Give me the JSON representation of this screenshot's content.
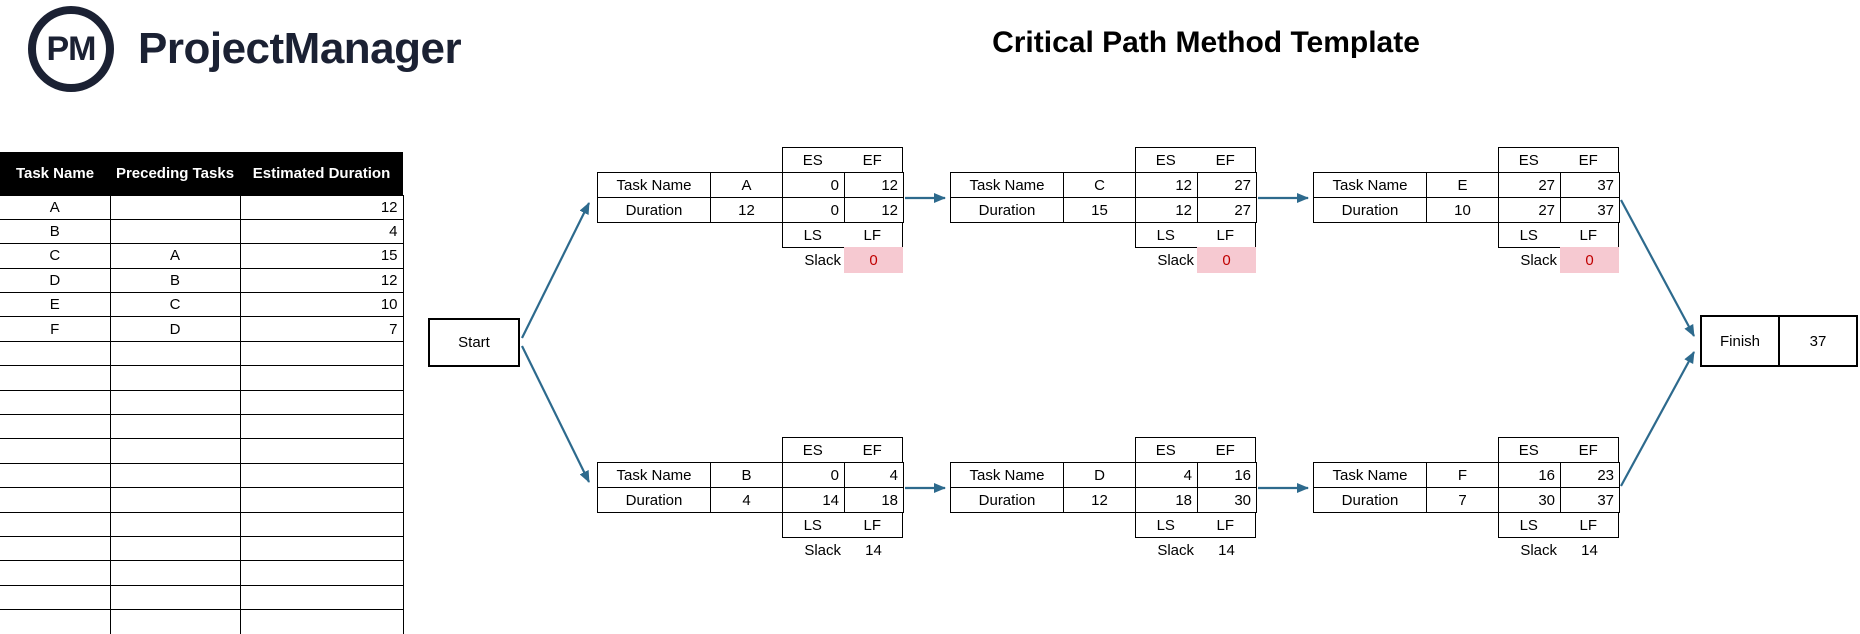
{
  "header": {
    "logo_monogram": "PM",
    "logo_wordmark": "ProjectManager",
    "title": "Critical Path Method Template"
  },
  "colors": {
    "brand_navy": "#1b2133",
    "arrow_blue": "#2d6a8d",
    "slack_highlight_pink": "#f6c9d1",
    "slack_critical_red": "#c00000",
    "table_header_bg": "#000000",
    "table_header_text": "#ffffff"
  },
  "task_table": {
    "columns": [
      "Task Name",
      "Preceding Tasks",
      "Estimated Duration"
    ],
    "rows": [
      {
        "task": "A",
        "preceding": "",
        "duration": "12"
      },
      {
        "task": "B",
        "preceding": "",
        "duration": "4"
      },
      {
        "task": "C",
        "preceding": "A",
        "duration": "15"
      },
      {
        "task": "D",
        "preceding": "B",
        "duration": "12"
      },
      {
        "task": "E",
        "preceding": "C",
        "duration": "10"
      },
      {
        "task": "F",
        "preceding": "D",
        "duration": "7"
      }
    ],
    "empty_row_count": 12
  },
  "diagram": {
    "start_label": "Start",
    "finish_label": "Finish",
    "finish_total": "37",
    "field_labels": {
      "task_name": "Task Name",
      "duration": "Duration",
      "es": "ES",
      "ef": "EF",
      "ls": "LS",
      "lf": "LF",
      "slack": "Slack"
    },
    "nodes": [
      {
        "id": "A",
        "duration": "12",
        "es": "0",
        "ef": "12",
        "ls": "0",
        "lf": "12",
        "slack": "0",
        "critical": true
      },
      {
        "id": "C",
        "duration": "15",
        "es": "12",
        "ef": "27",
        "ls": "12",
        "lf": "27",
        "slack": "0",
        "critical": true
      },
      {
        "id": "E",
        "duration": "10",
        "es": "27",
        "ef": "37",
        "ls": "27",
        "lf": "37",
        "slack": "0",
        "critical": true
      },
      {
        "id": "B",
        "duration": "4",
        "es": "0",
        "ef": "4",
        "ls": "14",
        "lf": "18",
        "slack": "14",
        "critical": false
      },
      {
        "id": "D",
        "duration": "12",
        "es": "4",
        "ef": "16",
        "ls": "18",
        "lf": "30",
        "slack": "14",
        "critical": false
      },
      {
        "id": "F",
        "duration": "7",
        "es": "16",
        "ef": "23",
        "ls": "30",
        "lf": "37",
        "slack": "14",
        "critical": false
      }
    ]
  }
}
